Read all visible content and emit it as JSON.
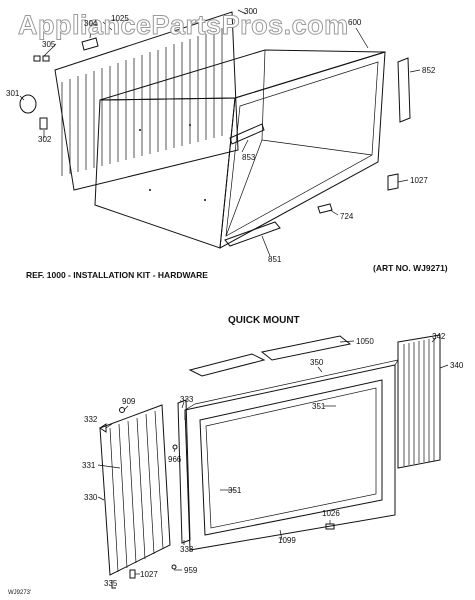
{
  "watermark": "AppliancePartsPros.com",
  "top_caption": "REF. 1000 - INSTALLATION KIT - HARDWARE",
  "art_number": "(ART NO. WJ9271)",
  "section_title": "QUICK MOUNT",
  "bottom_code": "WJ9273'",
  "part_labels": {
    "p300": "300",
    "p301": "301",
    "p302": "302",
    "p304": "304",
    "p305": "305",
    "p600": "600",
    "p724": "724",
    "p851": "851",
    "p852": "852",
    "p853": "853",
    "p1025": "1025",
    "p1027_top": "1027",
    "p1050": "1050",
    "p350": "350",
    "p342": "342",
    "p340": "340",
    "p351_right": "351",
    "p909": "909",
    "p332": "332",
    "p333_top": "333",
    "p331": "331",
    "p966": "966",
    "p330": "330",
    "p351_left": "351",
    "p1026": "1026",
    "p1099": "1099",
    "p333_bottom": "333",
    "p335": "335",
    "p1027_bottom": "1027",
    "p959": "959"
  }
}
